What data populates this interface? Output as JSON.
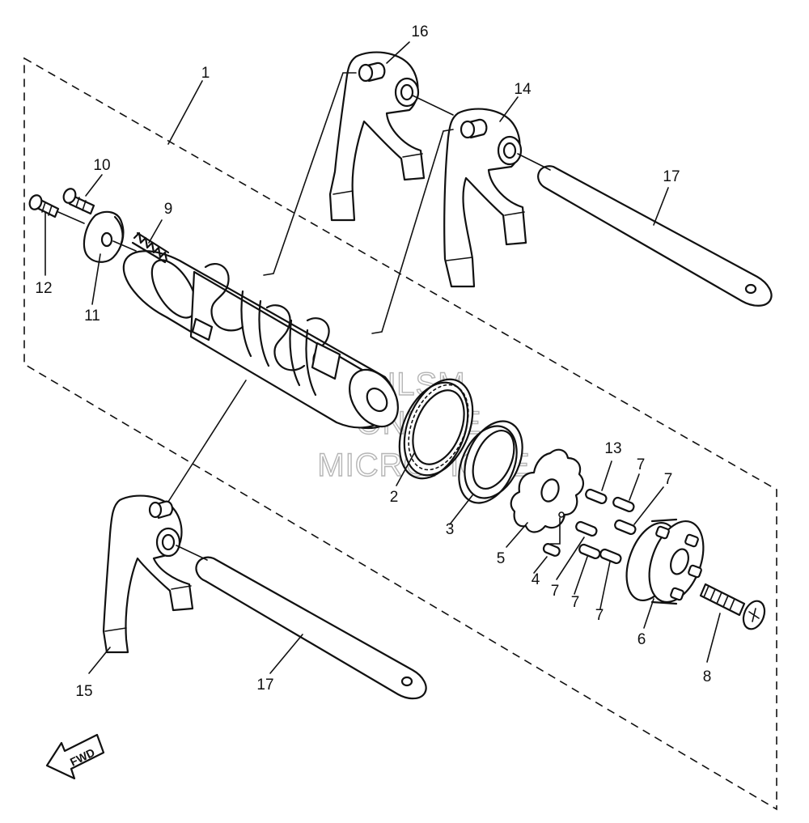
{
  "diagram": {
    "callouts": [
      {
        "id": "c1",
        "text": "1"
      },
      {
        "id": "c2",
        "text": "2"
      },
      {
        "id": "c3",
        "text": "3"
      },
      {
        "id": "c4",
        "text": "4"
      },
      {
        "id": "c5",
        "text": "5"
      },
      {
        "id": "c6",
        "text": "6"
      },
      {
        "id": "c7a",
        "text": "7"
      },
      {
        "id": "c7b",
        "text": "7"
      },
      {
        "id": "c7c",
        "text": "7"
      },
      {
        "id": "c7d",
        "text": "7"
      },
      {
        "id": "c7e",
        "text": "7"
      },
      {
        "id": "c8",
        "text": "8"
      },
      {
        "id": "c9",
        "text": "9"
      },
      {
        "id": "c10",
        "text": "10"
      },
      {
        "id": "c11",
        "text": "11"
      },
      {
        "id": "c12",
        "text": "12"
      },
      {
        "id": "c13",
        "text": "13"
      },
      {
        "id": "c14",
        "text": "14"
      },
      {
        "id": "c15",
        "text": "15"
      },
      {
        "id": "c16",
        "text": "16"
      },
      {
        "id": "c17a",
        "text": "17"
      },
      {
        "id": "c17b",
        "text": "17"
      }
    ],
    "fwd_label": "FWD",
    "watermark": [
      "HLSM",
      "ONLINE",
      "MICROFICHE"
    ]
  }
}
